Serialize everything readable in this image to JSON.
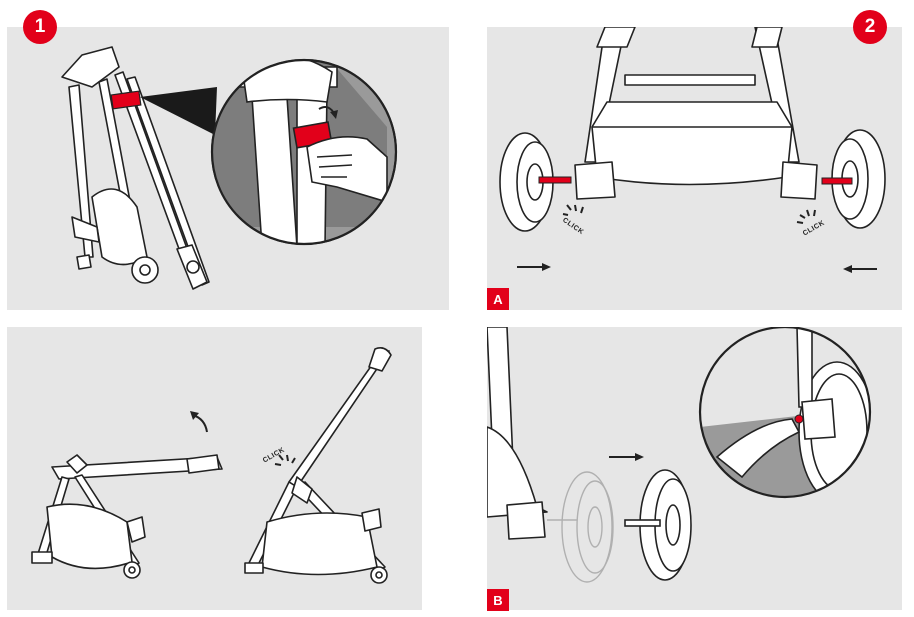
{
  "steps": {
    "one": {
      "number": "1"
    },
    "two": {
      "number": "2"
    }
  },
  "sub_steps": {
    "a": {
      "label": "A"
    },
    "b": {
      "label": "B"
    }
  },
  "sounds": {
    "click_1": "CLICK",
    "click_2": "CLICK",
    "click_3": "CLICK"
  },
  "colors": {
    "accent": "#e2001a",
    "panel_bg": "#e6e6e6",
    "line": "#222222"
  },
  "icons": [
    "folded-stroller-drawing",
    "release-handle-magnifier",
    "unfold-stroller-drawing",
    "rear-wheel-insertion-drawing",
    "wheel-removal-drawing",
    "axle-button-magnifier",
    "arrow-right-icon",
    "arrow-left-icon",
    "rotate-arrow-icon"
  ]
}
